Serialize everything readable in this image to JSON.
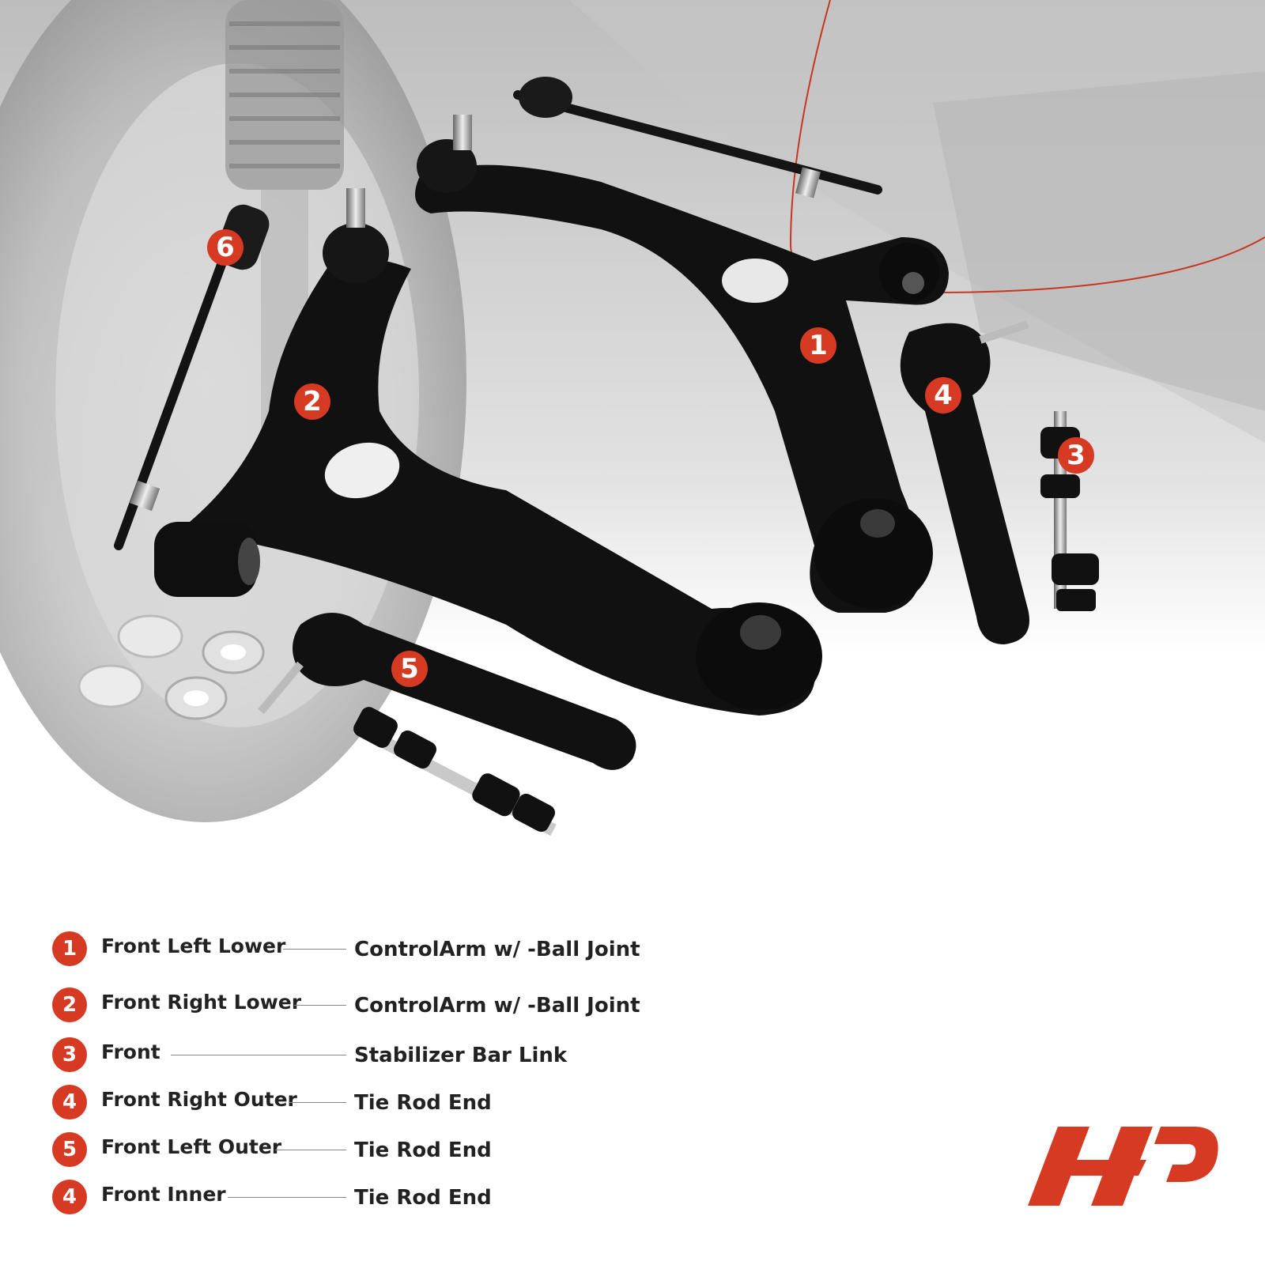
{
  "callouts": [
    {
      "label": "1"
    },
    {
      "label": "2"
    },
    {
      "label": "3"
    },
    {
      "label": "4"
    },
    {
      "label": "5"
    },
    {
      "label": "6"
    }
  ],
  "legend": [
    {
      "num": "1",
      "position": "Front Left Lower",
      "part": "ControlArm w/ -Ball Joint"
    },
    {
      "num": "2",
      "position": "Front Right Lower",
      "part": "ControlArm w/ -Ball Joint"
    },
    {
      "num": "3",
      "position": "Front",
      "part": "Stabilizer Bar Link"
    },
    {
      "num": "4",
      "position": "Front Right Outer",
      "part": "Tie Rod End"
    },
    {
      "num": "5",
      "position": "Front Left Outer",
      "part": "Tie Rod End"
    },
    {
      "num": "4",
      "position": "Front Inner",
      "part": "Tie Rod End"
    }
  ],
  "colors": {
    "accent": "#d63a22",
    "part_black": "#111111",
    "background_gray": "#cfcfcf"
  },
  "icons": {
    "brand": "a-premium-logo"
  }
}
